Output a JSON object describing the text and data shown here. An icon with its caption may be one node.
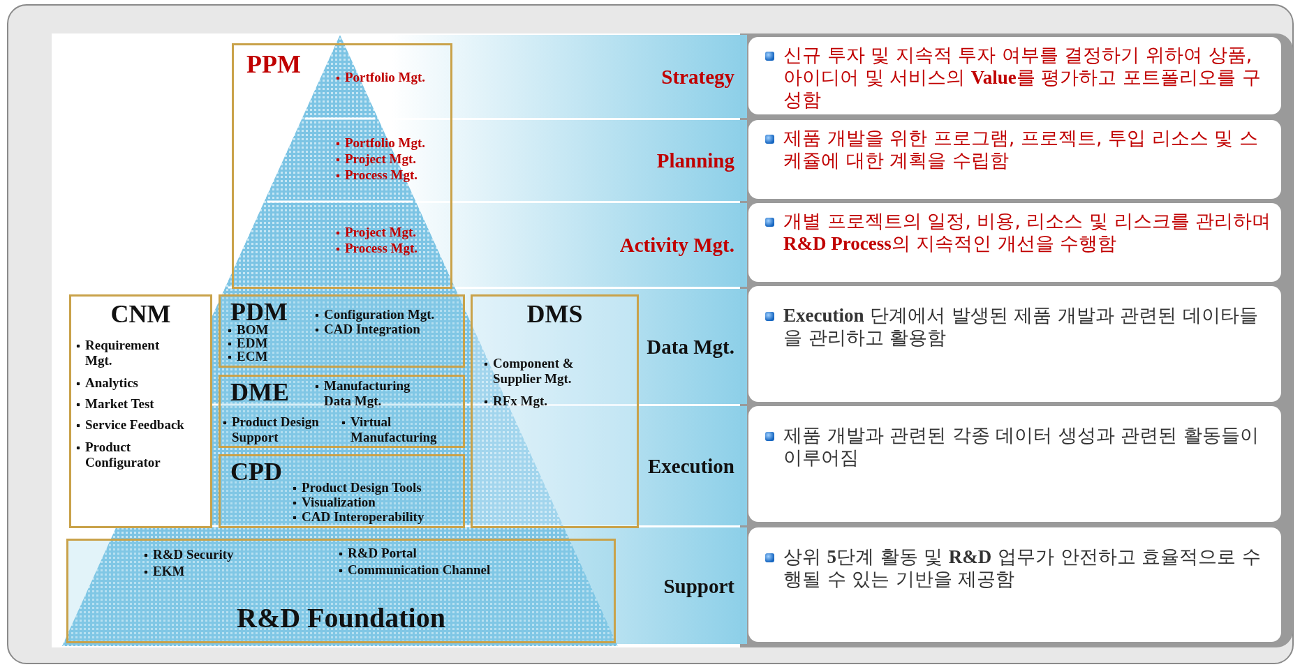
{
  "diagram": {
    "nodes": [
      {
        "text": [
          "PPM",
          "Portfolio Mgt.",
          "Portfolio Mgt.",
          "Project Mgt.",
          "Process Mgt.",
          "Project Mgt.",
          "Process Mgt."
        ]
      },
      {
        "text": [
          "CNM",
          "Requirement Mgt.",
          "Analytics",
          "Market Test",
          "Service Feedback",
          "Product Configurator"
        ]
      },
      {
        "text": [
          "PDM",
          "BOM",
          "EDM",
          "ECM",
          "Configuration Mgt.",
          "CAD Integration"
        ]
      },
      {
        "text": [
          "DME",
          "Manufacturing Data Mgt.",
          "Product Design Support",
          "Virtual Manufacturing"
        ]
      },
      {
        "text": [
          "CPD",
          "Product Design Tools",
          "Visualization",
          "CAD Interoperability"
        ]
      },
      {
        "text": [
          "DMS",
          "Component & Supplier Mgt.",
          "RFx Mgt."
        ]
      },
      {
        "text": [
          "R&D Security",
          "EKM",
          "R&D Portal",
          "Communication Channel",
          "R&D Foundation"
        ]
      },
      {
        "text": [
          "Strategy"
        ]
      },
      {
        "text": [
          "Planning"
        ]
      },
      {
        "text": [
          "Activity Mgt."
        ]
      },
      {
        "text": [
          "Data Mgt."
        ]
      },
      {
        "text": [
          "Execution"
        ]
      },
      {
        "text": [
          "Support"
        ]
      },
      {
        "text": [
          "신규 투자 및 지속적 투자 여부를 결정하기 위하여 상품, 아이디어 및 서비스의 **Value**를 평가하고 포트폴리오를 구성함"
        ]
      },
      {
        "text": [
          "제품 개발을 위한 프로그램, 프로젝트, 투입 리소스 및 스케쥴에 대한 계획을 수립함"
        ]
      },
      {
        "text": [
          "개별 프로젝트의 일정, 비용, 리소스 및 리스크를 관리하며 **R&D Process**의 지속적인 개선을 수행함"
        ]
      },
      {
        "text": [
          "**Execution** 단계에서 발생된 제품 개발과 관련된 데이타들을 관리하고 활용함"
        ]
      },
      {
        "text": [
          "제품 개발과 관련된 각종 데이터 생성과 관련된 활동들이 이루어짐"
        ]
      },
      {
        "text": [
          "상위 **5**단계 활동 및 **R&D** 업무가 안전하고 효율적으로 수행될 수 있는 기반을 제공함"
        ]
      }
    ]
  }
}
